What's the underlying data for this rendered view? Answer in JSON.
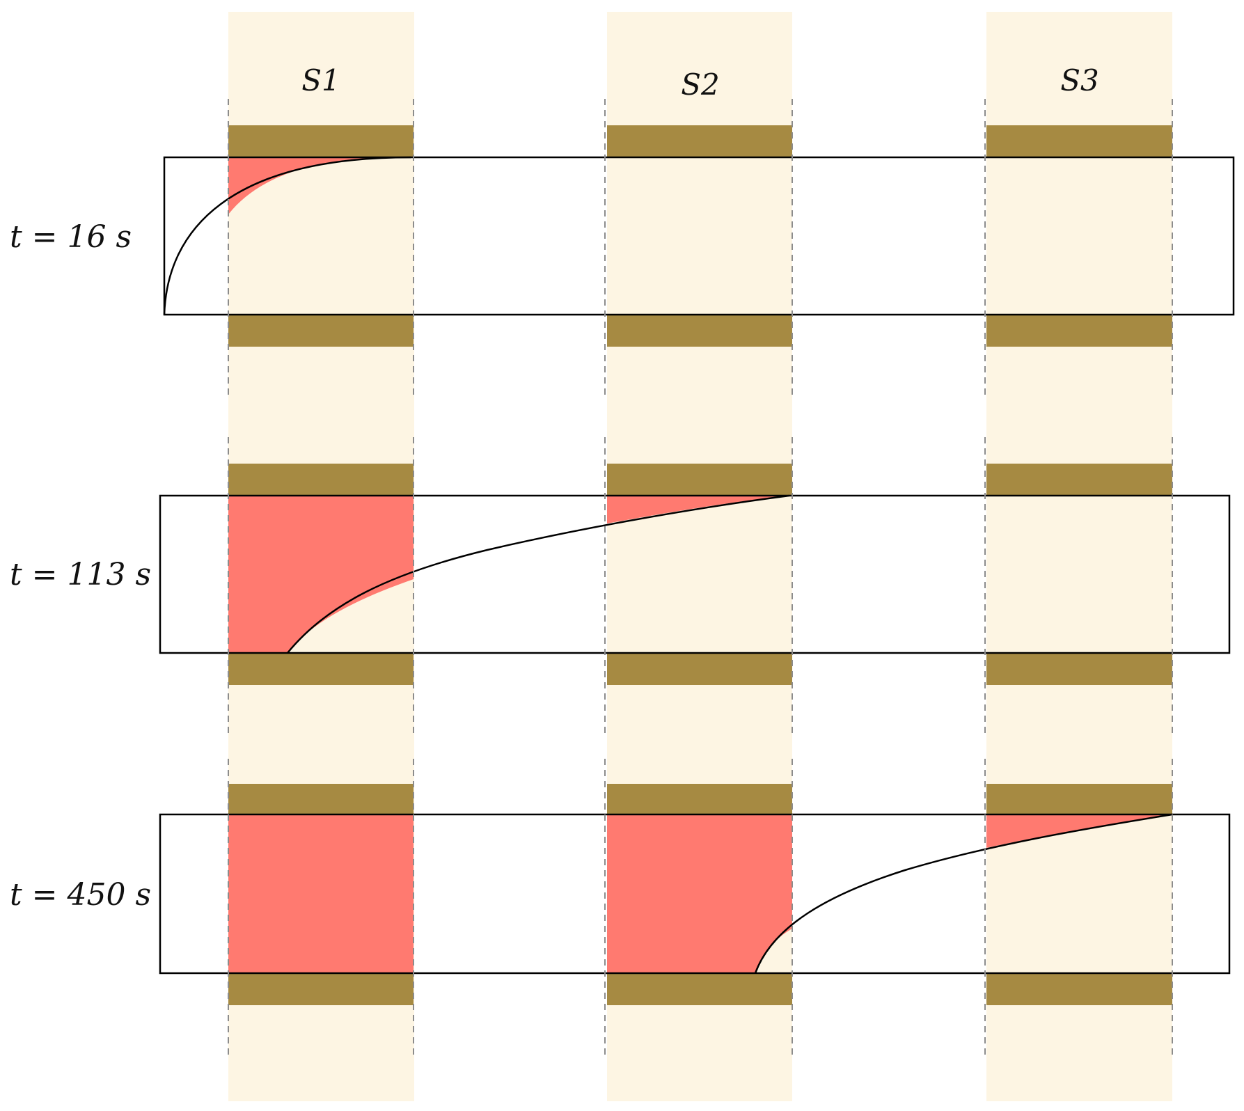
{
  "sensors": [
    {
      "id": "s1",
      "label": "S1"
    },
    {
      "id": "s2",
      "label": "S2"
    },
    {
      "id": "s3",
      "label": "S3"
    }
  ],
  "snapshots": [
    {
      "id": "t16",
      "label": "t = 16 s"
    },
    {
      "id": "t113",
      "label": "t = 113 s"
    },
    {
      "id": "t450",
      "label": "t = 450 s"
    }
  ],
  "colors": {
    "sensor_band": "#fdf5e3",
    "electrode": "#a68a42",
    "filled_region": "#ff7a70",
    "front_curve": "#000000",
    "channel_border": "#000000",
    "guide_line": "#8c8c8c"
  }
}
